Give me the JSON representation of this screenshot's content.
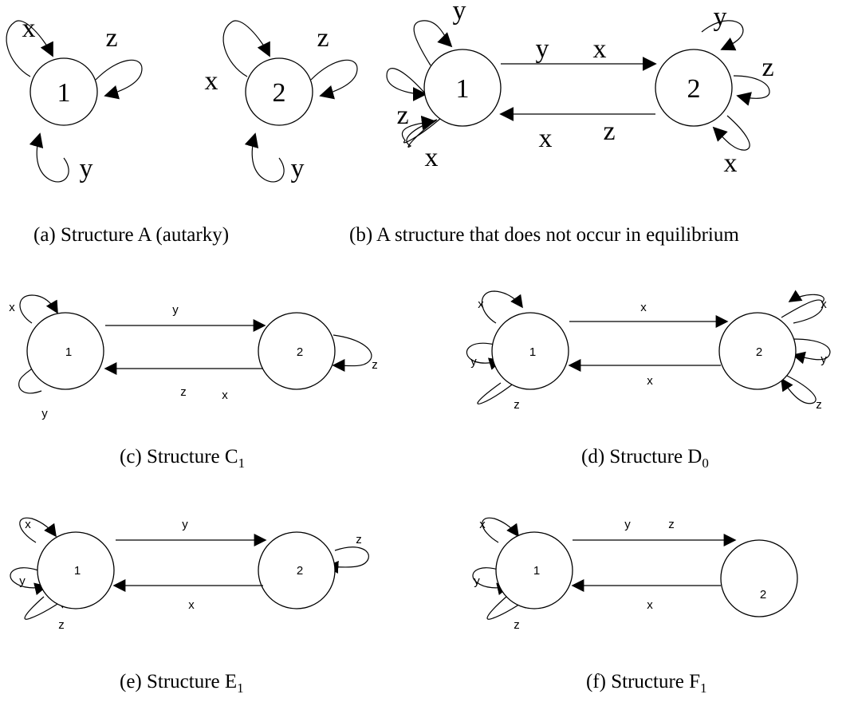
{
  "panels": [
    {
      "id": "a",
      "caption": "(a) Structure A (autarky)",
      "nodes": [
        "1"
      ],
      "edge_labels": [
        "x",
        "z",
        "y"
      ]
    },
    {
      "id": "a2",
      "caption": "",
      "nodes": [
        "2"
      ],
      "edge_labels": [
        "x",
        "z",
        "y"
      ]
    },
    {
      "id": "b",
      "caption": "(b) A structure that does not occur in equilibrium",
      "nodes": [
        "1",
        "2"
      ],
      "edge_labels": [
        "y",
        "x",
        "z",
        "x",
        "y",
        "x",
        "z",
        "y",
        "z",
        "x"
      ]
    },
    {
      "id": "c",
      "caption": "(c) Structure C",
      "caption_sub": "1",
      "nodes": [
        "1",
        "2"
      ],
      "edge_labels": [
        "x",
        "y",
        "y",
        "z",
        "x",
        "z"
      ]
    },
    {
      "id": "d",
      "caption": "(d) Structure D",
      "caption_sub": "0",
      "nodes": [
        "1",
        "2"
      ],
      "edge_labels": [
        "x",
        "y",
        "z",
        "x",
        "x",
        "x",
        "y",
        "z"
      ]
    },
    {
      "id": "e",
      "caption": "(e) Structure E",
      "caption_sub": "1",
      "nodes": [
        "1",
        "2"
      ],
      "edge_labels": [
        "x",
        "y",
        "z",
        "y",
        "x",
        "z"
      ]
    },
    {
      "id": "f",
      "caption": "(f) Structure F",
      "caption_sub": "1",
      "nodes": [
        "1",
        "2"
      ],
      "edge_labels": [
        "x",
        "y",
        "z",
        "y",
        "z",
        "x"
      ]
    }
  ]
}
